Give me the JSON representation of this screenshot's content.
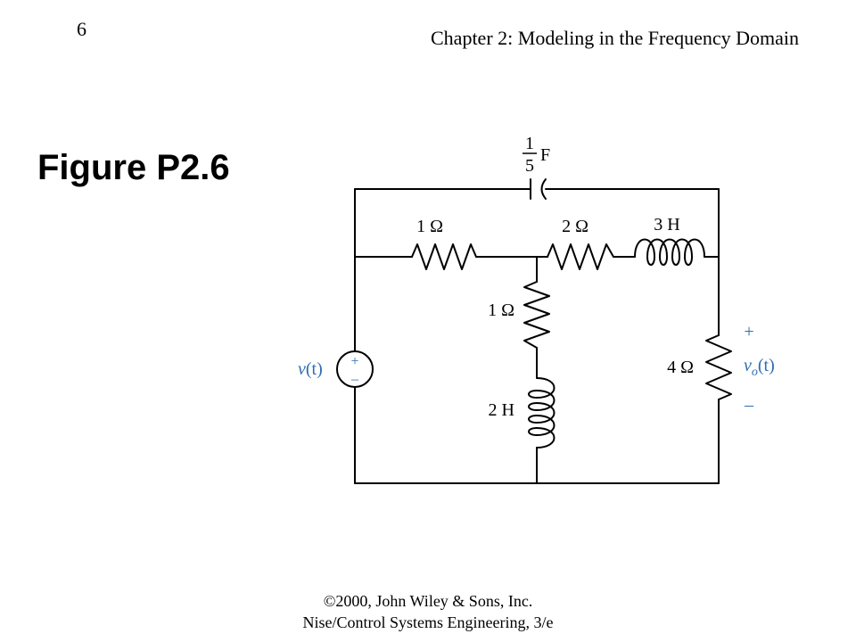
{
  "header": {
    "page_number": "6",
    "chapter_title": "Chapter 2: Modeling in the Frequency Domain"
  },
  "figure": {
    "title": "Figure P2.6"
  },
  "circuit": {
    "capacitor_num": "1",
    "capacitor_den": "5",
    "capacitor_unit": "F",
    "r_top_left": "1 Ω",
    "r_top_mid": "2 Ω",
    "l_top": "3 H",
    "r_mid_vertical": "1 Ω",
    "l_mid_vertical": "2 H",
    "r_right": "4 Ω",
    "source_v": "v",
    "source_t": "(t)",
    "output_v": "v",
    "output_sub": "o",
    "output_t": "(t)",
    "plus": "+",
    "minus": "–",
    "source_plus": "+",
    "source_minus": "–"
  },
  "footer": {
    "line1": "©2000, John Wiley & Sons, Inc.",
    "line2": "Nise/Control Systems Engineering, 3/e"
  },
  "colors": {
    "wire": "#000000",
    "label_accent": "#2e6db0"
  }
}
